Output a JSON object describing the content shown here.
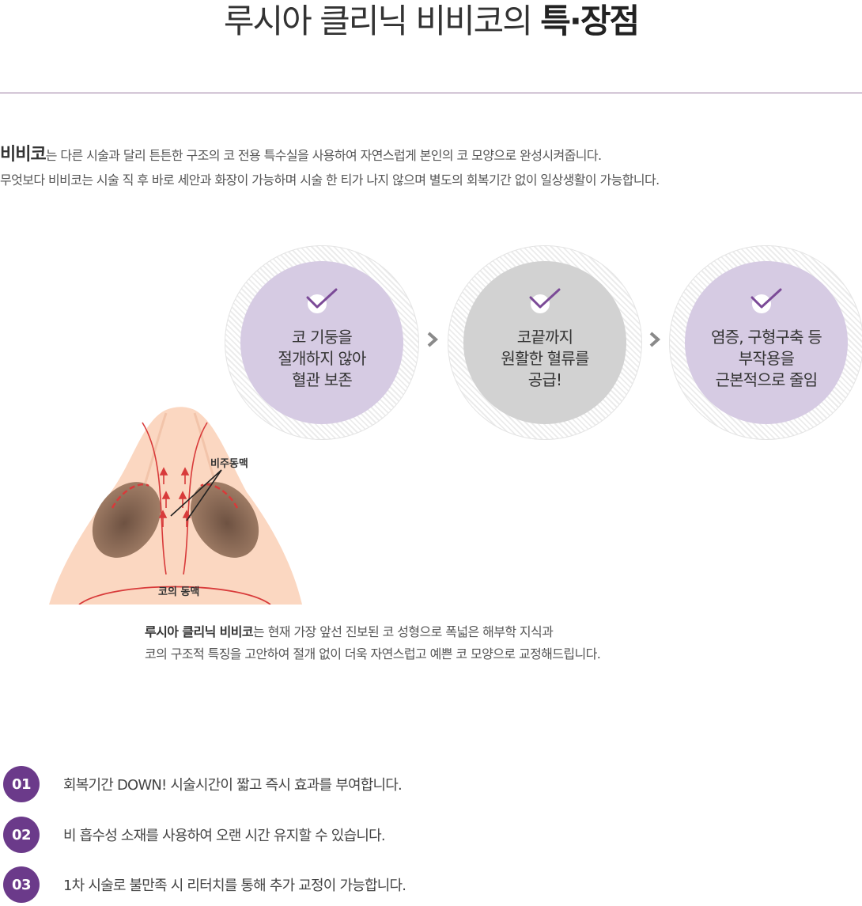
{
  "header": {
    "title_light": "루시아 클리닉 비비코의",
    "title_bold": "특·장점"
  },
  "intro": {
    "lead": "비비코",
    "line1_rest": "는 다른 시술과 달리 튼튼한 구조의 코 전용 특수실을 사용하여 자연스럽게 본인의 코 모양으로 완성시켜줍니다.",
    "line2": "무엇보다 비비코는 시술 직 후 바로 세안과 화장이 가능하며 시술 한 티가 나지 않으며 별도의 회복기간 없이 일상생활이 가능합니다."
  },
  "features": [
    {
      "lines": [
        "코 기둥을",
        "절개하지 않아",
        "혈관 보존"
      ],
      "color": "#d6cbe3"
    },
    {
      "lines": [
        "코끝까지",
        "원활한 혈류를",
        "공급!"
      ],
      "color": "#d2d2d2"
    },
    {
      "lines": [
        "염증, 구형구축 등",
        "부작용을",
        "근본적으로 줄임"
      ],
      "color": "#d6cbe3"
    }
  ],
  "diagram": {
    "label_artery_columella": "비주동맥",
    "label_artery_nose": "코의 동맥"
  },
  "description": {
    "lead": "루시아 클리닉 비비코",
    "line1_rest": "는 현재 가장 앞선 진보된 코 성형으로 폭넓은 해부학 지식과",
    "line2": "코의 구조적 특징을 고안하여 절개 없이 더욱 자연스럽고 예쁜 코 모양으로 교정해드립니다."
  },
  "points": [
    {
      "number": "01",
      "text": "회복기간 DOWN! 시술시간이 짧고 즉시 효과를 부여합니다."
    },
    {
      "number": "02",
      "text": "비 흡수성 소재를 사용하여 오랜 시간 유지할 수 있습니다."
    },
    {
      "number": "03",
      "text": "1차 시술로 불만족 시 리터치를 통해 추가 교정이 가능합니다."
    }
  ],
  "colors": {
    "accent_purple": "#6b3a8a",
    "check_purple": "#7b4a97",
    "circle_purple": "#d6cbe3",
    "circle_gray": "#d2d2d2",
    "divider": "#9a7aa0"
  }
}
